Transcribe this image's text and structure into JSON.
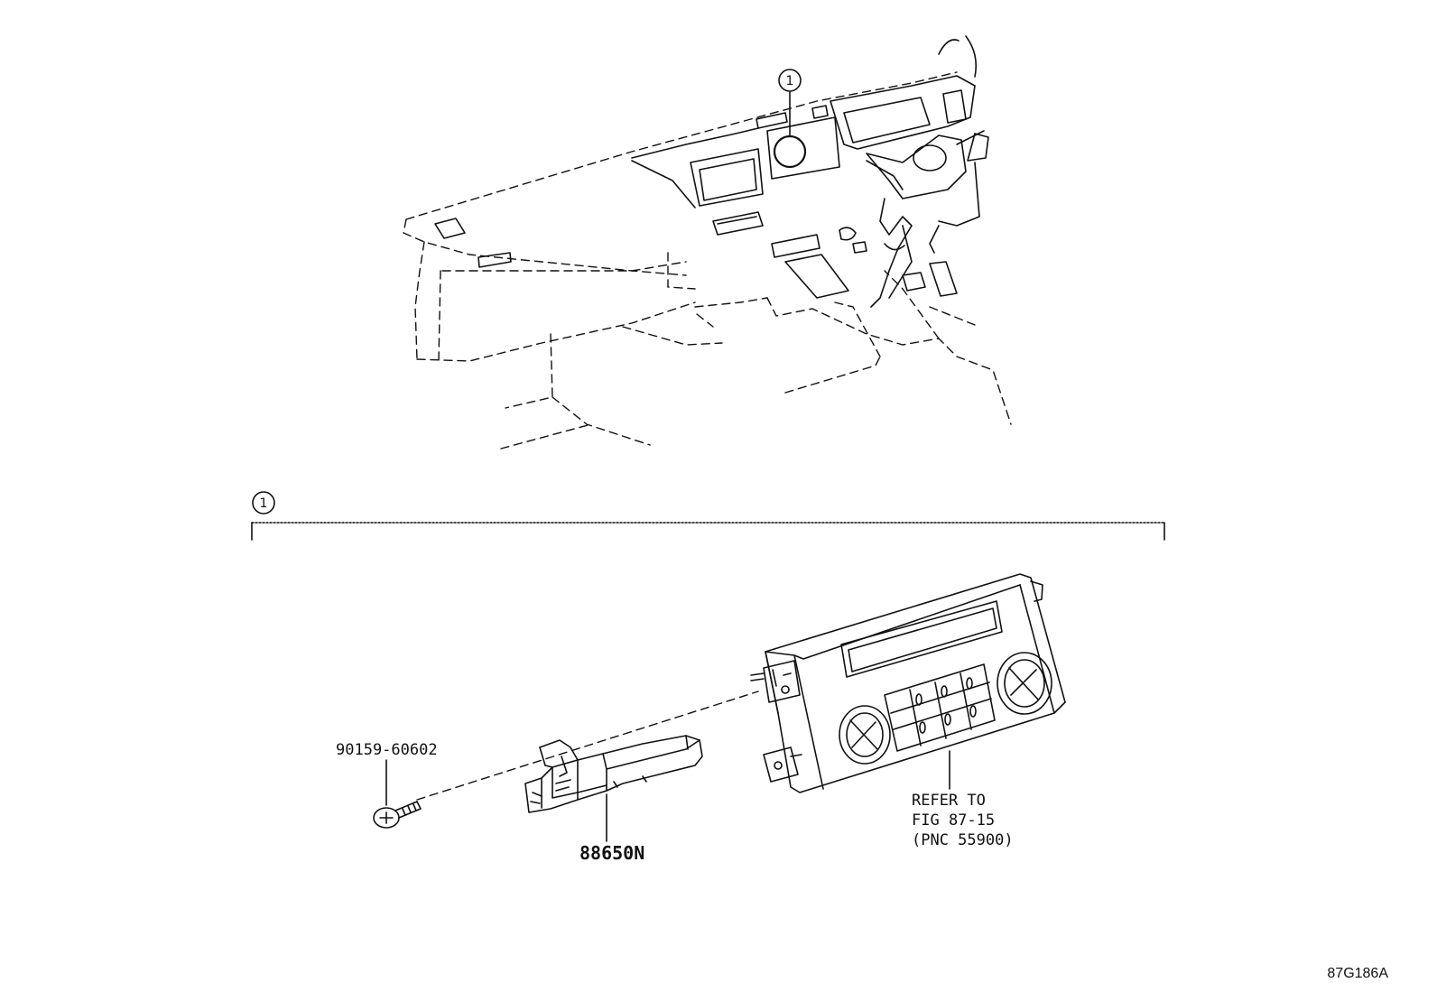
{
  "callouts": {
    "ref_marker": "1",
    "section_marker": "1"
  },
  "parts": {
    "screw": "90159-60602",
    "sensor": "88650N",
    "refer_line1": "REFER TO",
    "refer_line2": "FIG 87-15",
    "refer_line3": "(PNC 55900)"
  },
  "figure_id": "87G186A"
}
